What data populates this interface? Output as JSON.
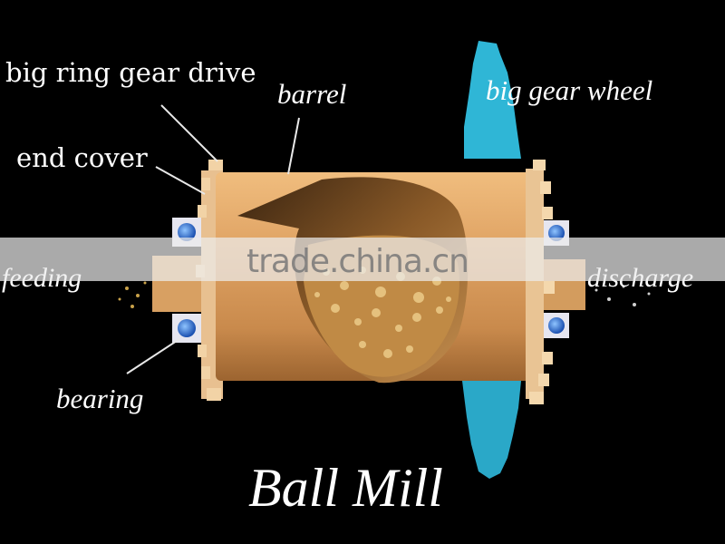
{
  "diagram": {
    "title": "Ball Mill",
    "labels": {
      "big_ring_gear_drive": "big ring gear drive",
      "barrel": "barrel",
      "big_gear_wheel": "big gear wheel",
      "end_cover": "end cover",
      "bearing": "bearing",
      "feeding": "feeding",
      "discharge": "discharge"
    }
  },
  "watermark": "trade.china.cn",
  "colors": {
    "background": "#000000",
    "barrel": "#d9a062",
    "gear_wheel": "#2fb6d6",
    "bearing": "#2a6fd0"
  }
}
